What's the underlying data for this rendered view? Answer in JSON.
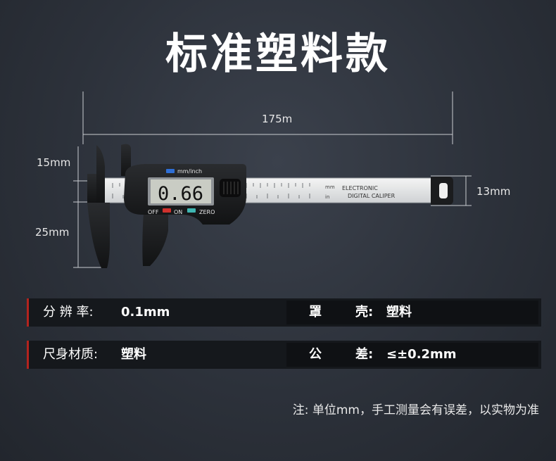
{
  "title": "标准塑料款",
  "dimensions": {
    "length": "175m",
    "jaw_upper": "15mm",
    "jaw_lower": "25mm",
    "beam_height": "13mm"
  },
  "caliper": {
    "button_mode": "mm/inch",
    "display_value": "0.66",
    "button_off": "OFF",
    "button_on": "ON",
    "button_zero": "ZERO",
    "unit_mm": "mm",
    "unit_in": "in",
    "label_line1": "ELECTRONIC",
    "label_line2": "DIGITAL CALIPER"
  },
  "specs": {
    "row1": {
      "left_label": "分 辨 率:",
      "left_value": "0.1mm",
      "right_label_1": "罩",
      "right_label_2": "壳:",
      "right_value": "塑料"
    },
    "row2": {
      "left_label": "尺身材质:",
      "left_value": "塑料",
      "right_label_1": "公",
      "right_label_2": "差:",
      "right_value": "≤±0.2mm"
    }
  },
  "note": "注: 单位mm，手工测量会有误差，以实物为准",
  "colors": {
    "accent_red": "#b3231e",
    "mode_button_blue": "#2f6fd6",
    "off_button_red": "#d0312d",
    "zero_button_teal": "#3fb6b2",
    "lcd_background": "#c9ccc4"
  }
}
